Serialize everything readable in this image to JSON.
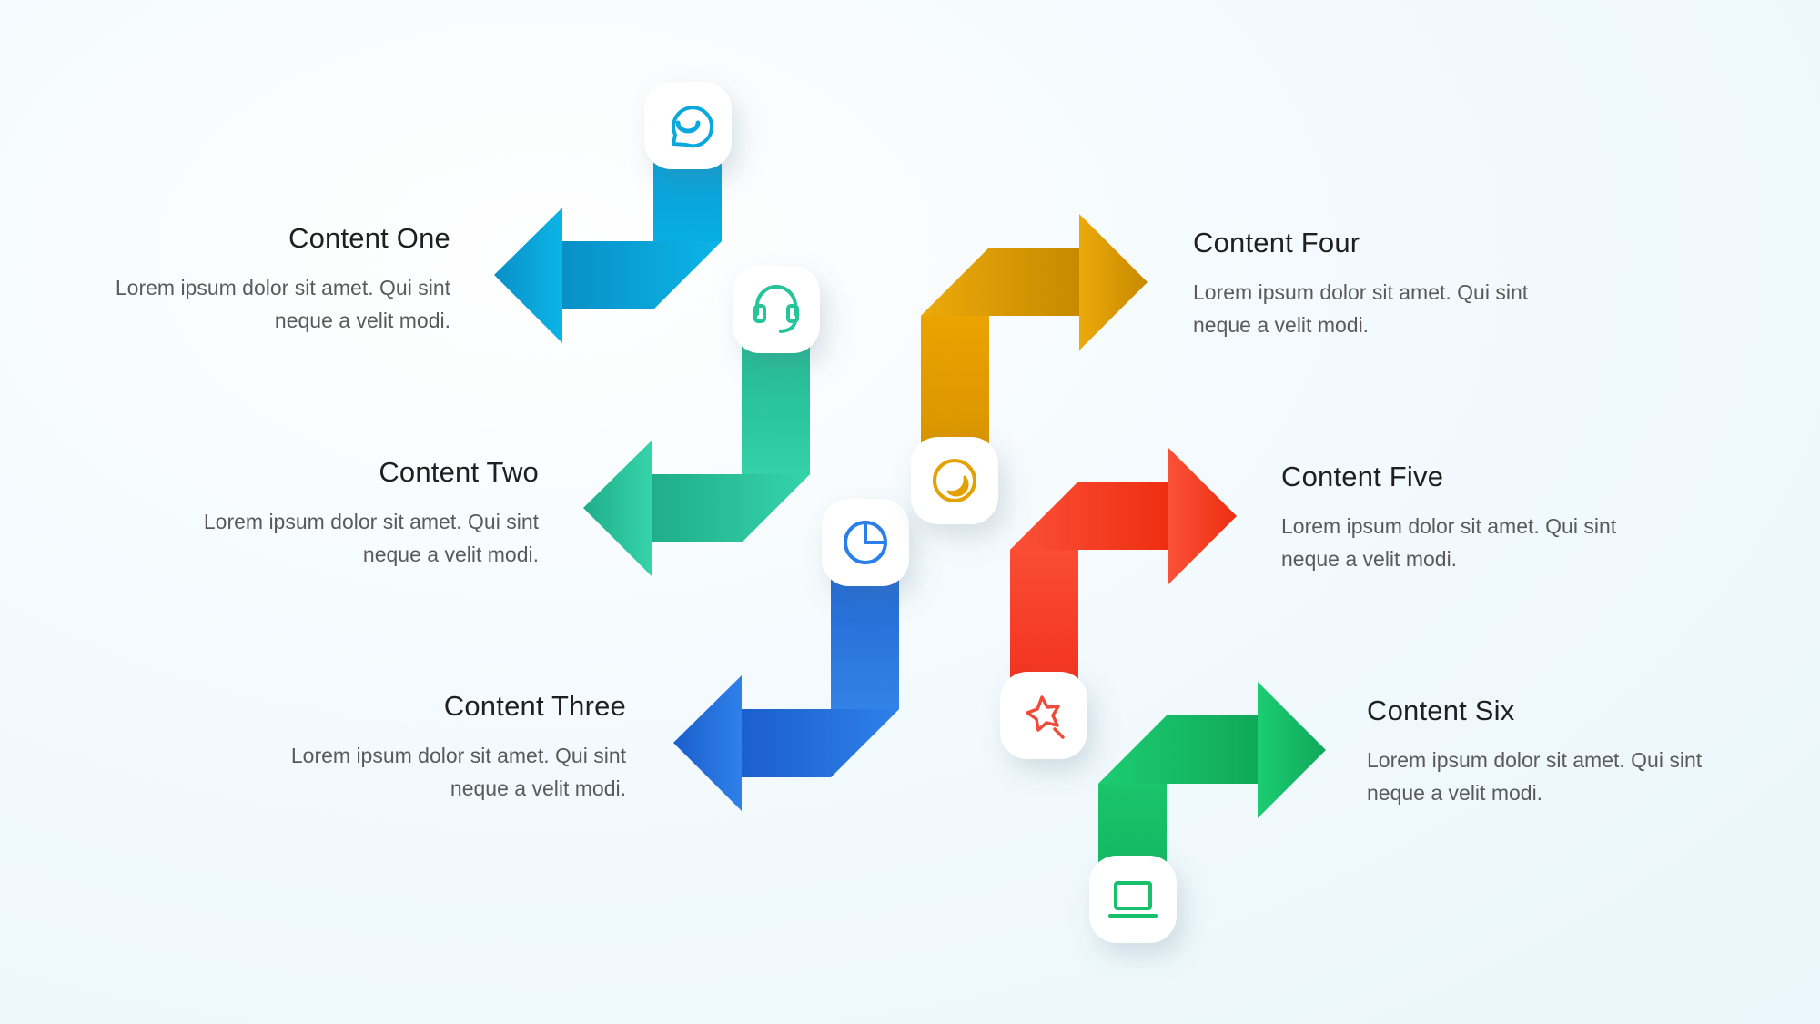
{
  "items": [
    {
      "title": "Content One",
      "body": "Lorem ipsum dolor sit amet. Qui sint neque a velit modi.",
      "color": "#0aa8dc",
      "icon": "chat-smile-icon"
    },
    {
      "title": "Content Two",
      "body": "Lorem ipsum dolor sit amet. Qui sint neque a velit modi.",
      "color": "#25c49a",
      "icon": "headset-icon"
    },
    {
      "title": "Content Three",
      "body": "Lorem ipsum dolor sit amet. Qui sint neque a velit modi.",
      "color": "#2a7fe8",
      "icon": "pie-chart-icon"
    },
    {
      "title": "Content Four",
      "body": "Lorem ipsum dolor sit amet. Qui sint neque a velit modi.",
      "color": "#e3a102",
      "icon": "moon-icon"
    },
    {
      "title": "Content Five",
      "body": "Lorem ipsum dolor sit amet. Qui sint neque a velit modi.",
      "color": "#f73c25",
      "icon": "magic-star-icon"
    },
    {
      "title": "Content Six",
      "body": "Lorem ipsum dolor sit amet. Qui sint neque a velit modi.",
      "color": "#17c06a",
      "icon": "laptop-icon"
    }
  ]
}
